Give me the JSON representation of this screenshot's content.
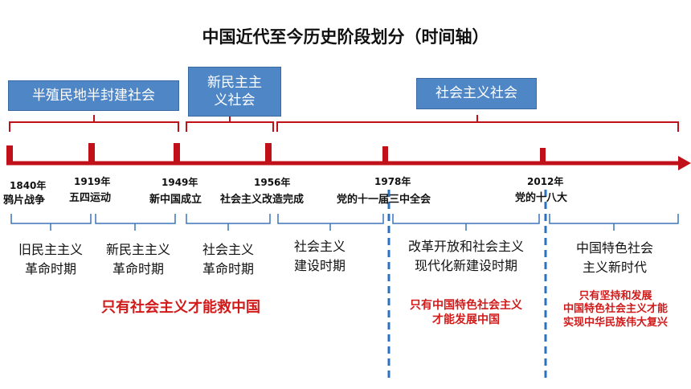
{
  "title": "中国近代至今历史阶段划分（时间轴）",
  "society_boxes": {
    "semi_colonial": "半殖民地半封建社会",
    "new_democratic_line1": "新民主主",
    "new_democratic_line2": "义社会",
    "socialist": "社会主义社会"
  },
  "events": [
    {
      "year": "1840年",
      "event": "鸦片战争"
    },
    {
      "year": "1919年",
      "event": "五四运动"
    },
    {
      "year": "1949年",
      "event": "新中国成立"
    },
    {
      "year": "1956年",
      "event": "社会主义改造完成"
    },
    {
      "year": "1978年",
      "event": "党的十一届三中全会"
    },
    {
      "year": "2012年",
      "event": "党的十八大"
    }
  ],
  "periods": [
    {
      "line1": "旧民主主义",
      "line2": "革命时期"
    },
    {
      "line1": "新民主主义",
      "line2": "革命时期"
    },
    {
      "line1": "社会主义",
      "line2": "革命时期"
    },
    {
      "line1": "社会主义",
      "line2": "建设时期"
    },
    {
      "line1": "改革开放和社会主义",
      "line2": "现代化新建设时期"
    },
    {
      "line1": "中国特色社会",
      "line2": "主义新时代"
    }
  ],
  "slogans": {
    "s1": "只有社会主义才能救中国",
    "s2_line1": "只有中国特色社会主义",
    "s2_line2": "才能发展中国",
    "s3_line1": "只有坚持和发展",
    "s3_line2": "中国特色社会主义才能",
    "s3_line3": "实现中华民族伟大复兴"
  },
  "colors": {
    "timeline_red": "#c0101a",
    "bracket_blue": "#3d75b8",
    "box_blue": "#4f86c6",
    "slogan_red": "#d11a1a",
    "divider_blue": "#2a72c0"
  }
}
